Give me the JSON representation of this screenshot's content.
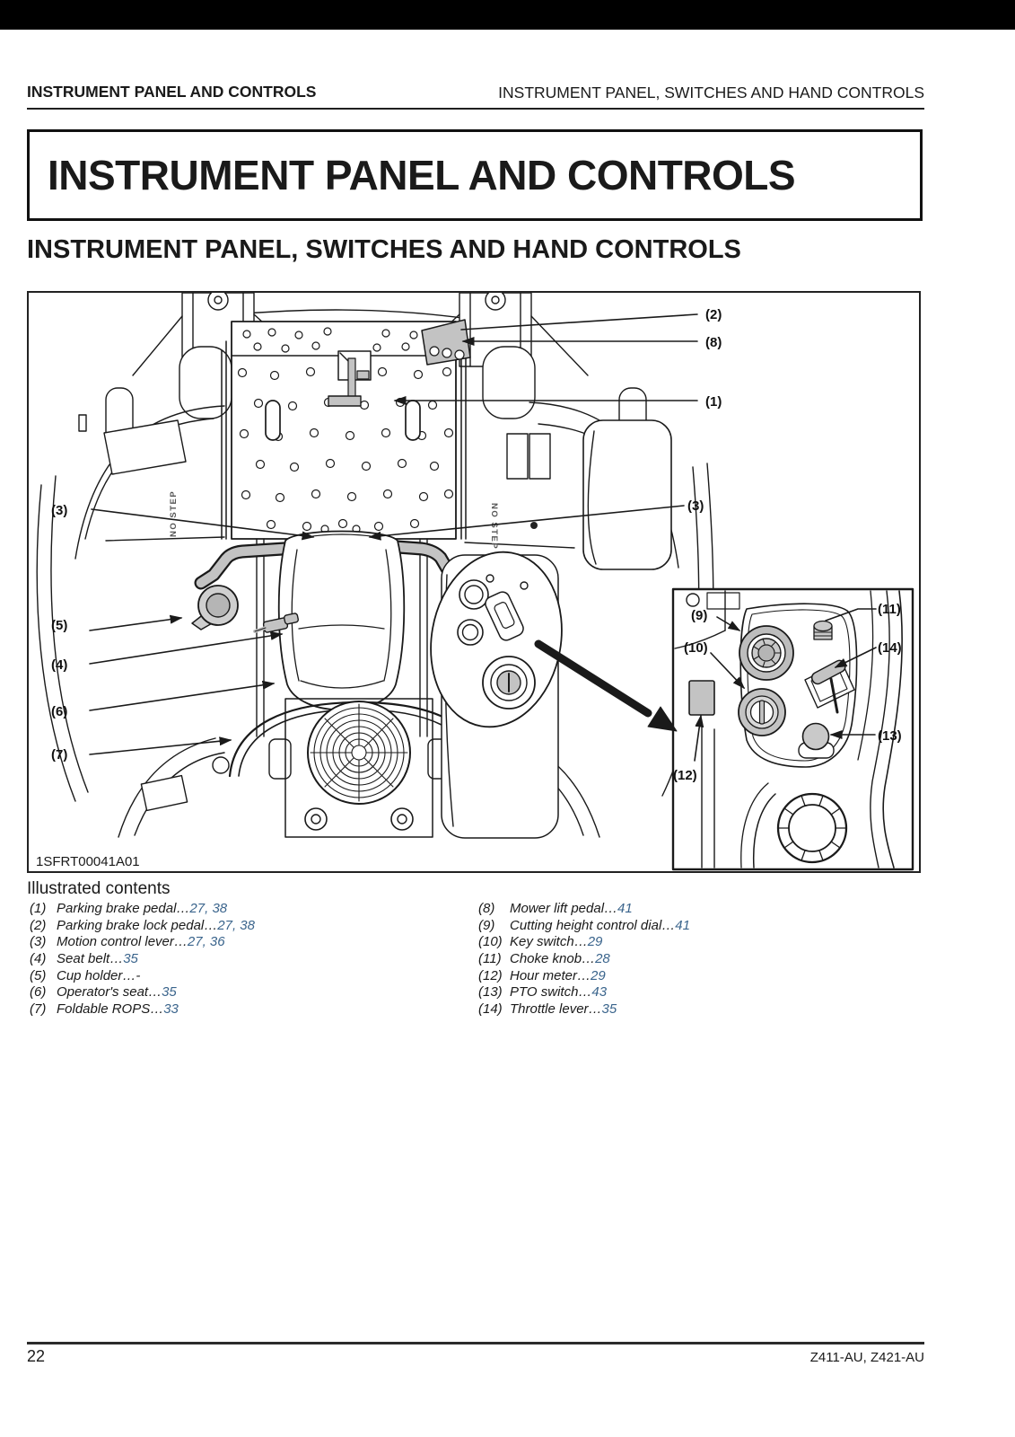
{
  "page": {
    "top_bar_color": "#000000",
    "background": "#ffffff"
  },
  "header": {
    "left_title": "INSTRUMENT PANEL AND CONTROLS",
    "right_title": "INSTRUMENT PANEL, SWITCHES AND HAND CONTROLS"
  },
  "title_banner": "INSTRUMENT PANEL AND CONTROLS",
  "section_heading": "INSTRUMENT PANEL, SWITCHES AND HAND CONTROLS",
  "figure": {
    "code": "1SFRT00041A01",
    "embossed_text": "NO STEP",
    "callouts": {
      "n1": "(1)",
      "n2": "(2)",
      "n3": "(3)",
      "n4": "(4)",
      "n5": "(5)",
      "n6": "(6)",
      "n7": "(7)",
      "n8": "(8)",
      "n9": "(9)",
      "n10": "(10)",
      "n11": "(11)",
      "n12": "(12)",
      "n13": "(13)",
      "n14": "(14)"
    }
  },
  "contents": {
    "heading": "Illustrated contents",
    "left_items": [
      {
        "num": "(1)",
        "label": "Parking brake pedal…",
        "pages": "27, 38"
      },
      {
        "num": "(2)",
        "label": "Parking brake lock pedal…",
        "pages": "27, 38"
      },
      {
        "num": "(3)",
        "label": "Motion control lever…",
        "pages": "27, 36"
      },
      {
        "num": "(4)",
        "label": "Seat belt…",
        "pages": "35"
      },
      {
        "num": "(5)",
        "label": "Cup holder…-",
        "pages": ""
      },
      {
        "num": "(6)",
        "label": "Operator's seat…",
        "pages": "35"
      },
      {
        "num": "(7)",
        "label": "Foldable ROPS…",
        "pages": "33"
      }
    ],
    "right_items": [
      {
        "num": "(8)",
        "label": "Mower lift pedal…",
        "pages": "41"
      },
      {
        "num": "(9)",
        "label": "Cutting height control dial…",
        "pages": "41"
      },
      {
        "num": "(10)",
        "label": "Key switch…",
        "pages": "29"
      },
      {
        "num": "(11)",
        "label": "Choke knob…",
        "pages": "28"
      },
      {
        "num": "(12)",
        "label": "Hour meter…",
        "pages": "29"
      },
      {
        "num": "(13)",
        "label": "PTO switch…",
        "pages": "43"
      },
      {
        "num": "(14)",
        "label": "Throttle lever…",
        "pages": "35"
      }
    ]
  },
  "footer": {
    "page_number": "22",
    "models": "Z411-AU, Z421-AU"
  },
  "colors": {
    "page_ref_link": "#3a648c",
    "line_art": "#1a1a1a",
    "control_fill": "#c3c3c3"
  }
}
